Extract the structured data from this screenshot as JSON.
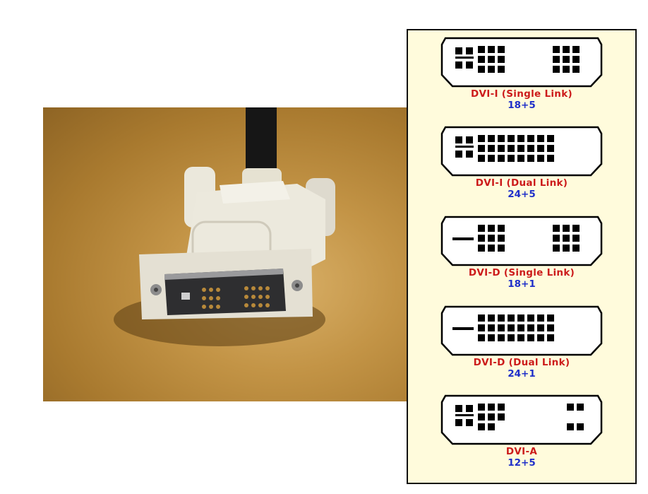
{
  "photo": {
    "subject_icon": "dvi-cable-plug-photo",
    "colors": {
      "table": "#c39446",
      "plug_shell": "#e8e4d6",
      "cable": "#161616"
    }
  },
  "panel": {
    "colors": {
      "background": "#fffbdc",
      "name": "#cc1b1b",
      "pins": "#1f2fc9"
    },
    "connectors": [
      {
        "id": "dvi-i-single",
        "name": "DVI-I (Single Link)",
        "pins": "18+5"
      },
      {
        "id": "dvi-i-dual",
        "name": "DVI-I (Dual Link)",
        "pins": "24+5"
      },
      {
        "id": "dvi-d-single",
        "name": "DVI-D (Single Link)",
        "pins": "18+1"
      },
      {
        "id": "dvi-d-dual",
        "name": "DVI-D (Dual Link)",
        "pins": "24+1"
      },
      {
        "id": "dvi-a",
        "name": "DVI-A",
        "pins": "12+5"
      }
    ]
  }
}
